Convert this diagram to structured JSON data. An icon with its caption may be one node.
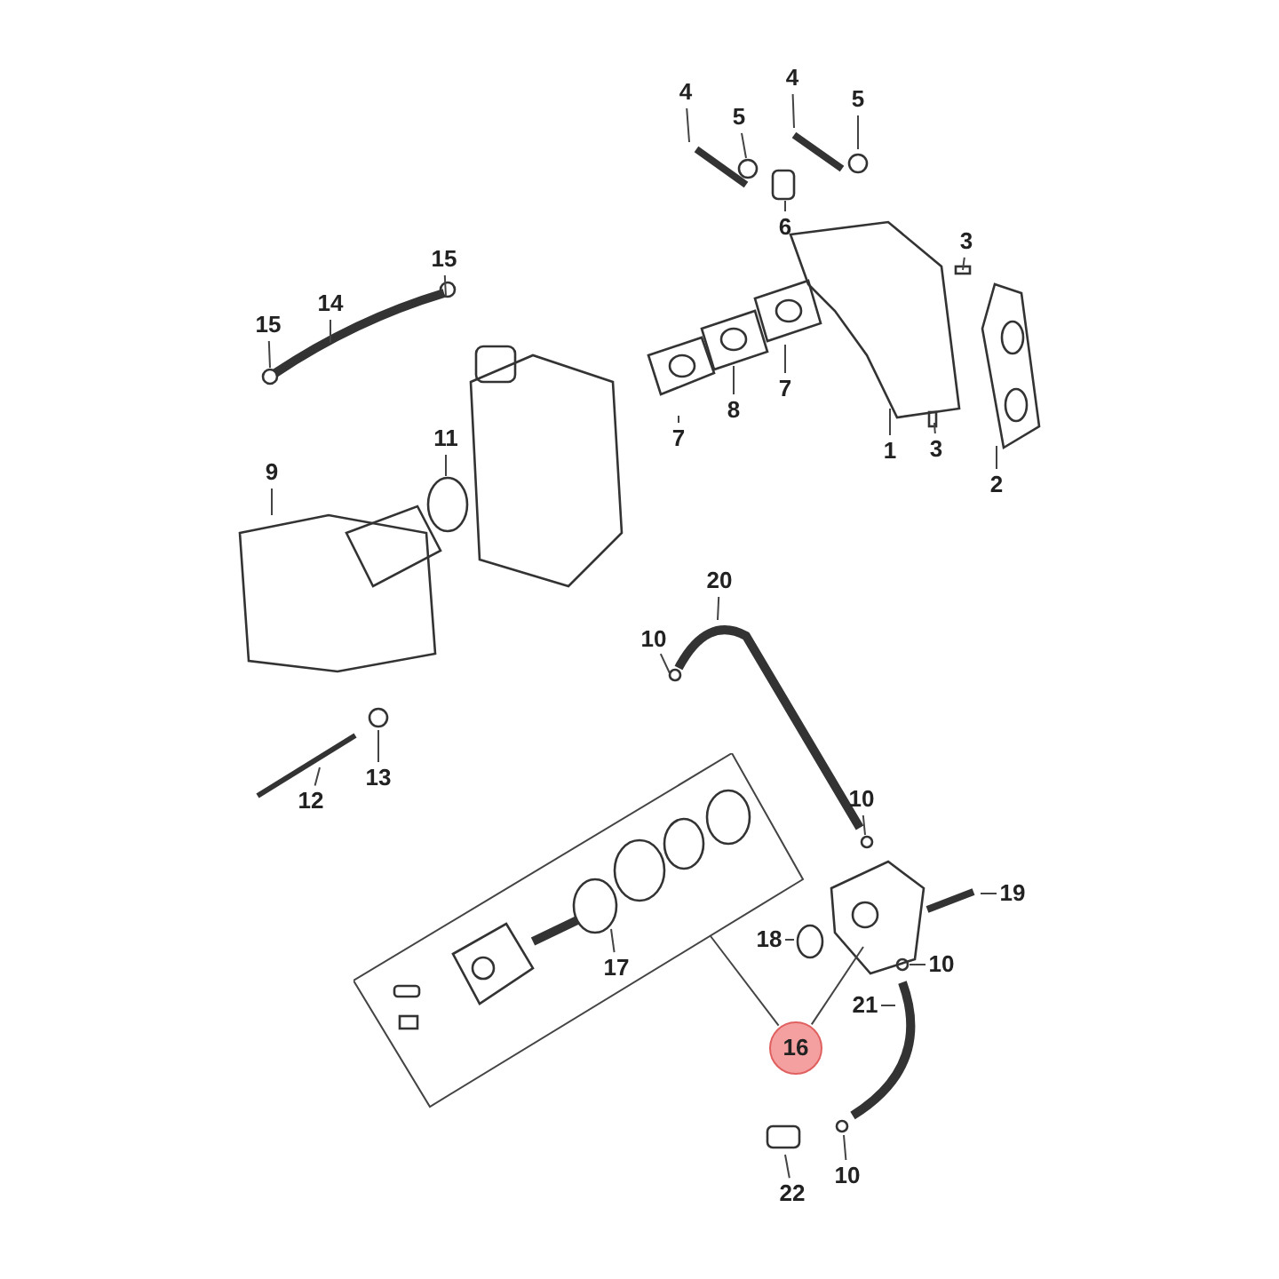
{
  "diagram": {
    "nodes": [
      {
        "text": [
          "4"
        ]
      },
      {
        "text": [
          "4"
        ]
      },
      {
        "text": [
          "5"
        ]
      },
      {
        "text": [
          "5"
        ]
      },
      {
        "text": [
          "6"
        ]
      },
      {
        "text": [
          "3"
        ]
      },
      {
        "text": [
          "15"
        ]
      },
      {
        "text": [
          "14"
        ]
      },
      {
        "text": [
          "15"
        ]
      },
      {
        "text": [
          "7"
        ]
      },
      {
        "text": [
          "8"
        ]
      },
      {
        "text": [
          "7"
        ]
      },
      {
        "text": [
          "11"
        ]
      },
      {
        "text": [
          "3"
        ]
      },
      {
        "text": [
          "1"
        ]
      },
      {
        "text": [
          "9"
        ]
      },
      {
        "text": [
          "2"
        ]
      },
      {
        "text": [
          "20"
        ]
      },
      {
        "text": [
          "10"
        ]
      },
      {
        "text": [
          "13"
        ]
      },
      {
        "text": [
          "12"
        ]
      },
      {
        "text": [],
        "shape": "box"
      },
      {
        "text": [
          "10"
        ]
      },
      {
        "text": [
          "19"
        ]
      },
      {
        "text": [
          "18"
        ]
      },
      {
        "text": [
          "10"
        ]
      },
      {
        "text": [
          "17"
        ],
        "in": 21
      },
      {
        "text": [
          "21"
        ]
      },
      {
        "text": [
          "16"
        ]
      },
      {
        "text": [
          "22"
        ]
      },
      {
        "text": [
          "10"
        ]
      }
    ],
    "edges": [
      {
        "from": 0,
        "to": null,
        "arrow": "none"
      },
      {
        "from": 1,
        "to": null,
        "arrow": "none"
      },
      {
        "from": 2,
        "to": null,
        "arrow": "none"
      },
      {
        "from": 3,
        "to": null,
        "arrow": "none"
      },
      {
        "from": 4,
        "to": null,
        "arrow": "none"
      },
      {
        "from": 5,
        "to": null,
        "arrow": "none"
      },
      {
        "from": 6,
        "to": null,
        "arrow": "none"
      },
      {
        "from": 7,
        "to": null,
        "arrow": "none"
      },
      {
        "from": 8,
        "to": null,
        "arrow": "none"
      },
      {
        "from": 9,
        "to": null,
        "arrow": "none"
      },
      {
        "from": 10,
        "to": null,
        "arrow": "none"
      },
      {
        "from": 11,
        "to": null,
        "arrow": "none"
      },
      {
        "from": 12,
        "to": null,
        "arrow": "none"
      },
      {
        "from": 13,
        "to": null,
        "arrow": "none"
      },
      {
        "from": 14,
        "to": null,
        "arrow": "none"
      },
      {
        "from": 15,
        "to": null,
        "arrow": "none"
      },
      {
        "from": 16,
        "to": null,
        "arrow": "none"
      },
      {
        "from": 17,
        "to": null,
        "arrow": "none"
      },
      {
        "from": 18,
        "to": null,
        "arrow": "none"
      },
      {
        "from": 19,
        "to": null,
        "arrow": "none"
      },
      {
        "from": 20,
        "to": null,
        "arrow": "none"
      },
      {
        "from": 22,
        "to": null,
        "arrow": "none"
      },
      {
        "from": 23,
        "to": null,
        "arrow": "none"
      },
      {
        "from": 24,
        "to": null,
        "arrow": "none"
      },
      {
        "from": 25,
        "to": null,
        "arrow": "none"
      },
      {
        "from": 26,
        "to": null,
        "arrow": "none"
      },
      {
        "from": 27,
        "to": null,
        "arrow": "none"
      },
      {
        "from": 28,
        "to": 21,
        "arrow": "none"
      },
      {
        "from": 28,
        "to": null,
        "arrow": "none"
      },
      {
        "from": 29,
        "to": null,
        "arrow": "none"
      },
      {
        "from": 30,
        "to": null,
        "arrow": "none"
      }
    ]
  }
}
